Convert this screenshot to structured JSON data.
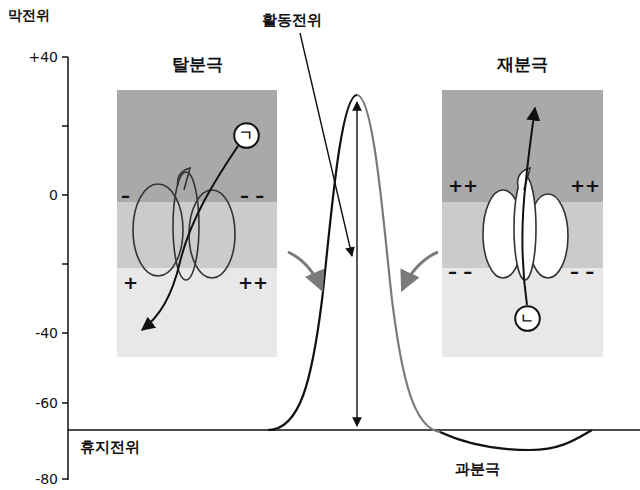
{
  "diagram": {
    "nodes": [
      {
        "text": [
          "탈분극"
        ]
      },
      {
        "text": [
          "ㄱ"
        ],
        "in": 0
      },
      {
        "text": [
          "재분극"
        ]
      },
      {
        "text": [
          "ㄴ"
        ],
        "in": 2
      }
    ],
    "labels": [
      "막전위",
      "+40",
      "0",
      "-40",
      "-60",
      "-80",
      "활동전위",
      "휴지전위",
      "과분극",
      "–",
      "– –",
      "+",
      "++",
      "++",
      "++",
      "– –",
      "– –"
    ]
  }
}
